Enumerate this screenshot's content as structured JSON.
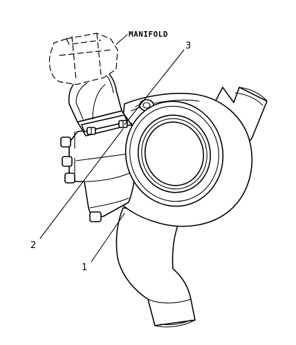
{
  "labels": {
    "manifold": "MANIFOLD",
    "callout_1": "1",
    "callout_2": "2",
    "callout_3": "3"
  },
  "colors": {
    "line": "#000000",
    "background": "#ffffff"
  }
}
